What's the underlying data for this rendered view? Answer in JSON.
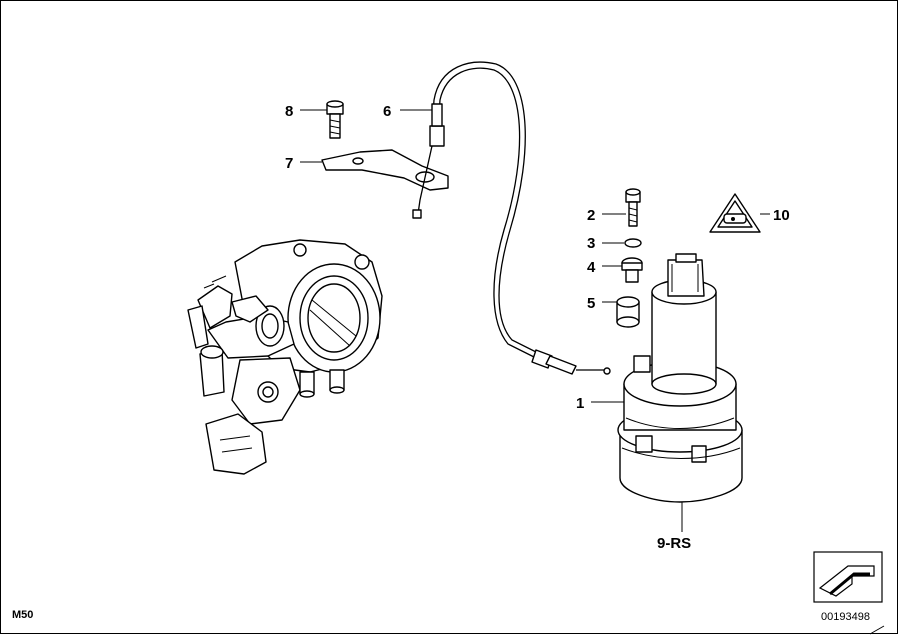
{
  "callouts": {
    "c1": "1",
    "c2": "2",
    "c3": "3",
    "c4": "4",
    "c5": "5",
    "c6": "6",
    "c7": "7",
    "c8": "8",
    "c9": "9-RS",
    "c10": "10"
  },
  "model_code": "M50",
  "diagram_number": "00193498"
}
